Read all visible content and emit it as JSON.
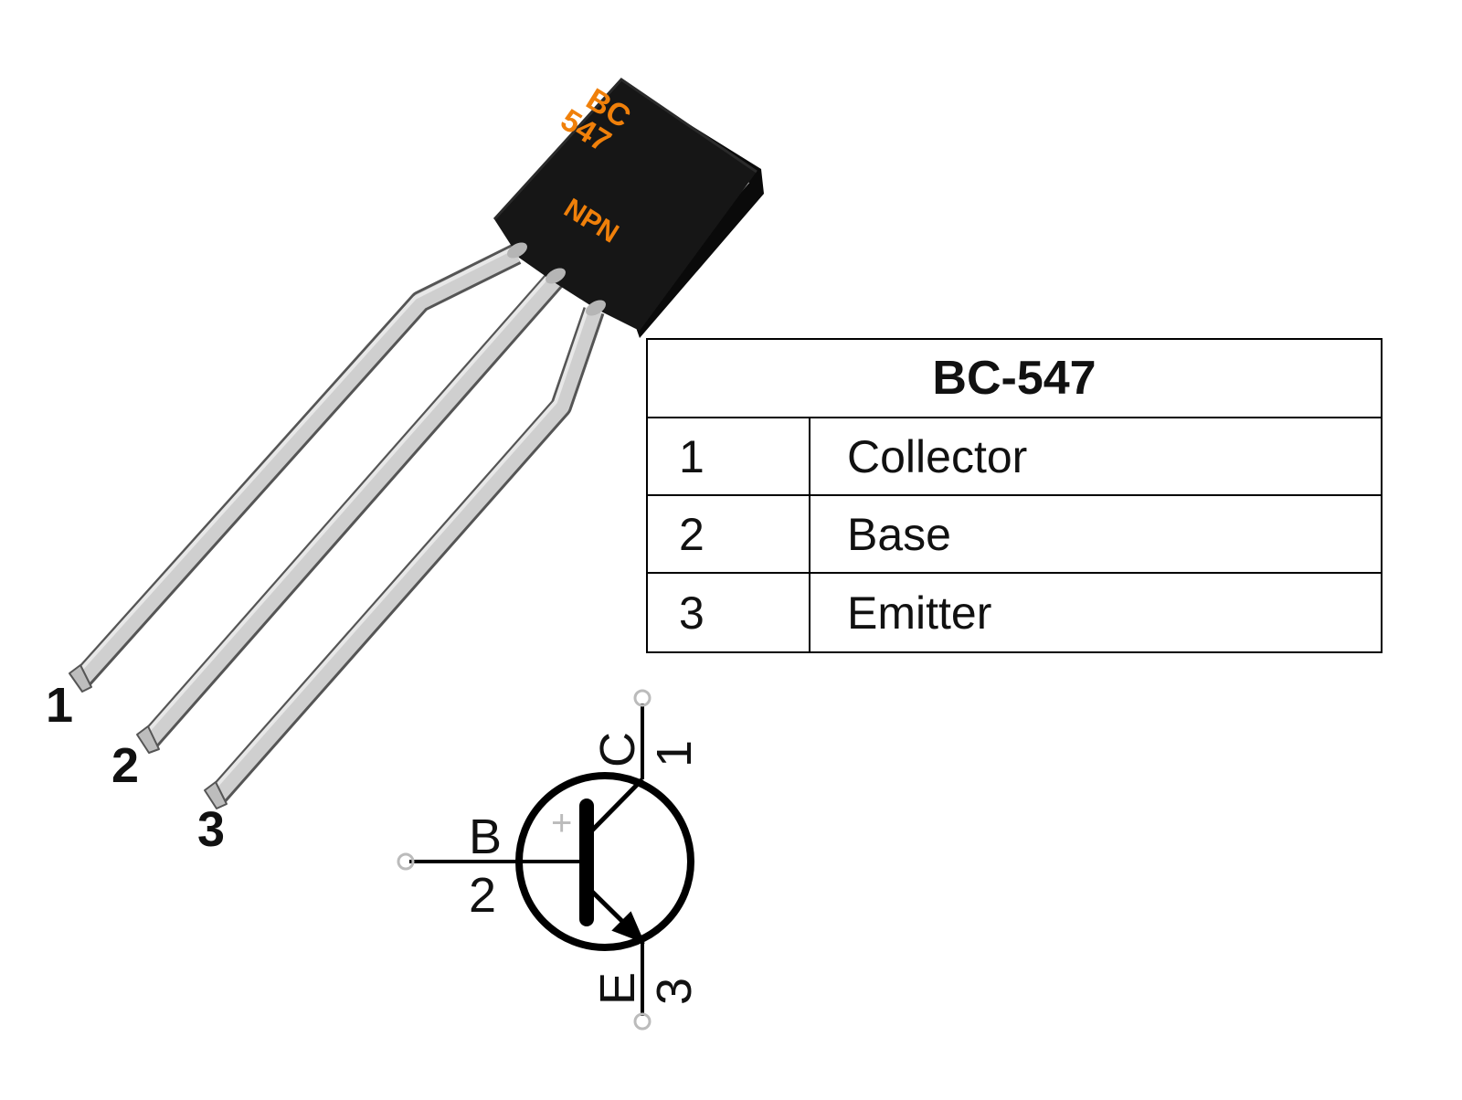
{
  "package": {
    "marking_line1": "BC",
    "marking_line2": "547",
    "marking_type": "NPN",
    "marking_color": "#f0800a",
    "body_color": "#141414",
    "lead_color": "#c8c8c8"
  },
  "lead_labels": [
    "1",
    "2",
    "3"
  ],
  "pin_table": {
    "title": "BC-547",
    "rows": [
      {
        "pin": "1",
        "name": "Collector"
      },
      {
        "pin": "2",
        "name": "Base"
      },
      {
        "pin": "3",
        "name": "Emitter"
      }
    ]
  },
  "symbol": {
    "collector_letter": "C",
    "collector_pin": "1",
    "base_letter": "B",
    "base_pin": "2",
    "emitter_letter": "E",
    "emitter_pin": "3",
    "polarity_mark": "+"
  }
}
